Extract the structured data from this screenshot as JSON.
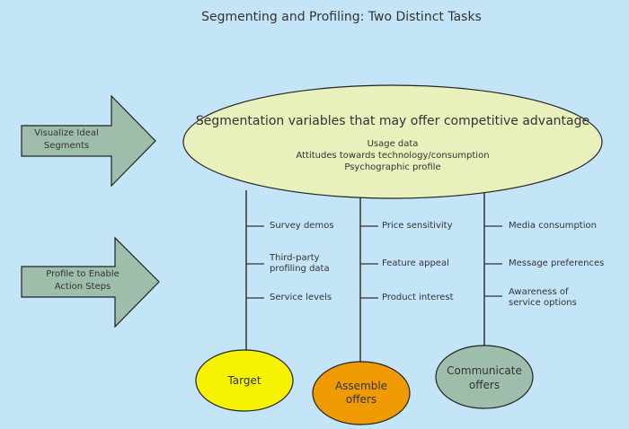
{
  "title": "Segmenting and Profiling: Two Distinct Tasks",
  "arrows": [
    {
      "label_line1": "Visualize Ideal",
      "label_line2": "Segments"
    },
    {
      "label_line1": "Profile to Enable",
      "label_line2": "Action Steps"
    }
  ],
  "main_ellipse": {
    "heading": "Segmentation variables that may offer competitive advantage",
    "items": [
      "Usage data",
      "Attitudes towards technology/consumption",
      "Psychographic profile"
    ]
  },
  "columns": [
    {
      "items": [
        "Survey demos",
        "Third-party profiling data",
        "Service levels"
      ],
      "node_line1": "Target",
      "node_line2": ""
    },
    {
      "items": [
        "Price sensitivity",
        "Feature appeal",
        "Product interest"
      ],
      "node_line1": "Assemble",
      "node_line2": "offers"
    },
    {
      "items": [
        "Media consumption",
        "Message preferences",
        "Awareness of service options"
      ],
      "node_line1": "Communicate",
      "node_line2": "offers"
    }
  ],
  "colors": {
    "background": "#c4e4f8",
    "arrow": "#9fbdab",
    "main": "#e8f0bc",
    "target": "#f7f200",
    "assemble": "#ee9a00",
    "communicate": "#9fbdab"
  }
}
